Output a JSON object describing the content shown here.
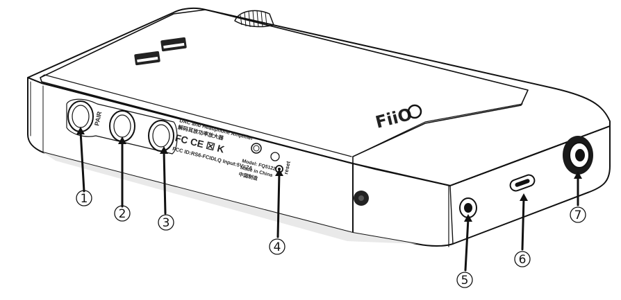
{
  "device": {
    "brand_logo": "FiiO",
    "label_lines": [
      "DAC and Headphone Amplifier",
      "解码耳放功率放大器",
      "FCC ID:RS6-FCIDLQ  Input:5V=2A"
    ],
    "cert_marks": "FC CE ☒ K",
    "model_lines": [
      "Model: FQ5122",
      "Made in China",
      "中国制造"
    ],
    "pair_label": "PAIR",
    "reset_label": "reset"
  },
  "callouts": [
    {
      "id": "1",
      "label": "①"
    },
    {
      "id": "2",
      "label": "②"
    },
    {
      "id": "3",
      "label": "③"
    },
    {
      "id": "4",
      "label": "④"
    },
    {
      "id": "5",
      "label": "⑤"
    },
    {
      "id": "6",
      "label": "⑥"
    },
    {
      "id": "7",
      "label": "⑦"
    }
  ],
  "colors": {
    "ink": "#111111",
    "body": "#ffffff",
    "shade": "#e9e9e9",
    "dark": "#1a1a1a"
  }
}
